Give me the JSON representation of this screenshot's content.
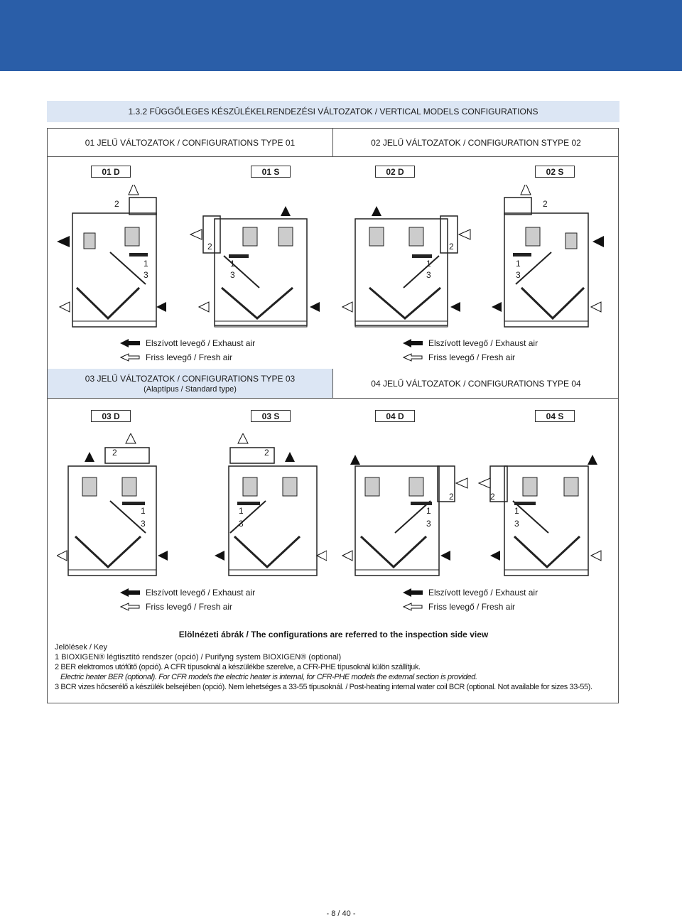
{
  "section_title": "1.3.2 FÜGGŐLEGES KÉSZÜLÉKELRENDEZÉSI VÁLTOZATOK / VERTICAL MODELS CONFIGURATIONS",
  "type01_header": "01 JELŰ VÁLTOZATOK / CONFIGURATIONS TYPE 01",
  "type02_header": "02 JELŰ VÁLTOZATOK / CONFIGURATION STYPE 02",
  "type03_header": "03 JELŰ VÁLTOZATOK / CONFIGURATIONS TYPE 03",
  "type03_sub": "(Alaptípus / Standard type)",
  "type04_header": "04 JELŰ VÁLTOZATOK / CONFIGURATIONS TYPE 04",
  "labels": {
    "d01": "01 D",
    "s01": "01 S",
    "d02": "02 D",
    "s02": "02 S",
    "d03": "03 D",
    "s03": "03 S",
    "d04": "04 D",
    "s04": "04 S"
  },
  "legend": {
    "exhaust": "Elszívott levegő / Exhaust air",
    "fresh": "Friss levegő / Fresh air"
  },
  "markers": {
    "one": "1",
    "two": "2",
    "three": "3"
  },
  "key": {
    "view_note": "Elölnézeti ábrák / The configurations are referred to the inspection side view",
    "title": "Jelölések / Key",
    "item1": "1 BIOXIGEN® légtisztító rendszer (opció) / Purifyng system BIOXIGEN® (optional)",
    "item2": "2 BER elektromos utófűtő (opció). A CFR típusoknál a készülékbe szerelve, a CFR-PHE típusoknál külön szállítjuk.",
    "item2b": "Electric heater BER (optional). For CFR models the electric heater is internal, for CFR-PHE models the external section is provided.",
    "item3": "3 BCR vizes hőcserélő a készülék belsejében (opció). Nem lehetséges a 33-55 típusoknál. / Post-heating internal water coil BCR (optional. Not available for sizes 33-55)."
  },
  "page_number": "- 8 / 40 -"
}
